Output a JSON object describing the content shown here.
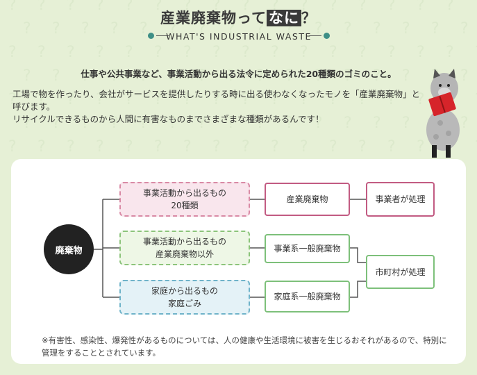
{
  "header": {
    "title_main": "産業廃棄物って",
    "title_highlight": "なに",
    "title_end": "？",
    "subtitle": "WHAT'S INDUSTRIAL WASTE"
  },
  "lead": "仕事や公共事業など、事業活動から出る法令に定められた20種類のゴミのこと。",
  "body_lines": [
    "工場で物を作ったり、会社がサービスを提供したりする時に出る使わなくなったモノを「産業廃棄物」と",
    "呼びます。",
    "リサイクルできるものから人間に有害なものまでさまざまな種類があるんです！"
  ],
  "diagram": {
    "root": "廃棄物",
    "sources": [
      {
        "line1": "事業活動から出るもの",
        "line2": "20種類",
        "color": "#d98aa5",
        "fill": "#f9e6ed"
      },
      {
        "line1": "事業活動から出るもの",
        "line2": "産業廃棄物以外",
        "color": "#8cc47b",
        "fill": "#eef7e6"
      },
      {
        "line1": "家庭から出るもの",
        "line2": "家庭ごみ",
        "color": "#6fb3c9",
        "fill": "#e4f2f7"
      }
    ],
    "categories": [
      "産業廃棄物",
      "事業系一般廃棄物",
      "家庭系一般廃棄物"
    ],
    "handlers": [
      "事業者が処理",
      "市町村が処理"
    ],
    "colors": {
      "pink": "#c25b82",
      "green": "#7dc07a",
      "line": "#555555"
    }
  },
  "note": "※有害性、感染性、爆発性があるものについては、人の健康や生活環境に被害を生じるおそれがあるので、特別に管理をすることとされています。"
}
